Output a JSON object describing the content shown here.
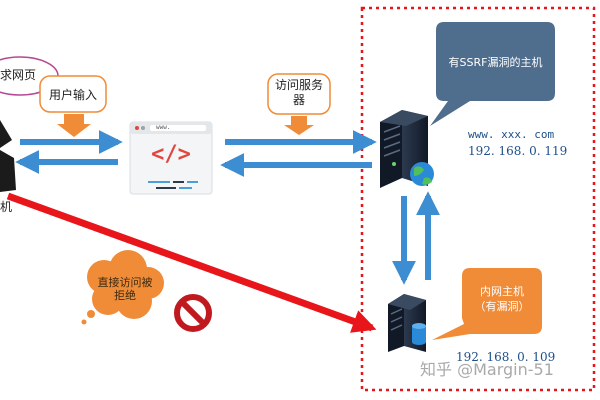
{
  "user": {
    "request_page": "求网页",
    "label": "机"
  },
  "callouts": {
    "user_input": "用户输入",
    "visit_server": "访问服务\n器",
    "direct_access_line1": "直接访问被",
    "direct_access_line2": "拒绝"
  },
  "browser": {
    "url": "www.",
    "code_glyph": "</>"
  },
  "ssrf_host": {
    "title": "有SSRF漏洞的主机",
    "domain": "www. xxx. com",
    "ip": "192. 168. 0. 119"
  },
  "internal_host": {
    "title_line1": "内网主机",
    "title_line2": "（有漏洞）",
    "ip": "192. 168. 0. 109"
  },
  "watermark": "知乎 @Margin-51",
  "colors": {
    "arrow_blue": "#3c8dd1",
    "red": "#e8161a",
    "orange": "#f08b37",
    "callout_blue": "#4f6d8c",
    "server_dark": "#1f2a3a"
  }
}
